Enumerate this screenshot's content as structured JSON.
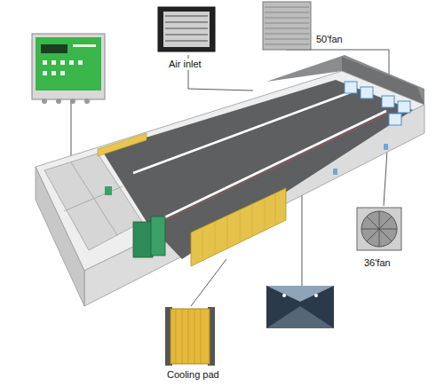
{
  "diagram": {
    "labels": [
      "Air inlet",
      "50'fan",
      "36'fan",
      "Cooling pad"
    ]
  }
}
